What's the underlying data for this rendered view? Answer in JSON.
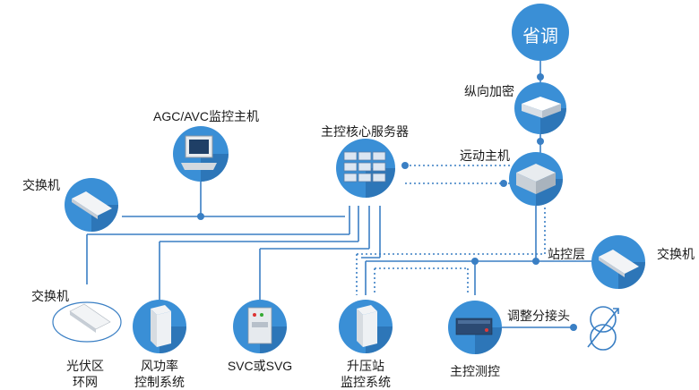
{
  "nodes": {
    "provincial": {
      "label": "省调"
    },
    "longitudinal_encryption": {
      "label": "纵向加密"
    },
    "telecontrol_host": {
      "label": "远动主机"
    },
    "core_server": {
      "label": "主控核心服务器"
    },
    "agc_avc_host": {
      "label": "AGC/AVC监控主机"
    },
    "switch_left": {
      "label": "交换机"
    },
    "switch_right": {
      "label": "交换机"
    },
    "switch_ring": {
      "label": "交换机"
    },
    "pv_ring": {
      "label": "光伏区\n环网"
    },
    "wind_power_control": {
      "label": "风功率\n控制系统"
    },
    "svc_svg": {
      "label": "SVC或SVG"
    },
    "booster_station": {
      "label": "升压站\n监控系统"
    },
    "main_measure": {
      "label": "主控测控"
    },
    "station_layer": {
      "label": "站控层"
    },
    "tap_changer": {
      "label": "调整分接头"
    }
  },
  "colors": {
    "primary": "#3a8fd6",
    "line": "#3a7fc4",
    "dark_shadow": "#1f5d99"
  }
}
